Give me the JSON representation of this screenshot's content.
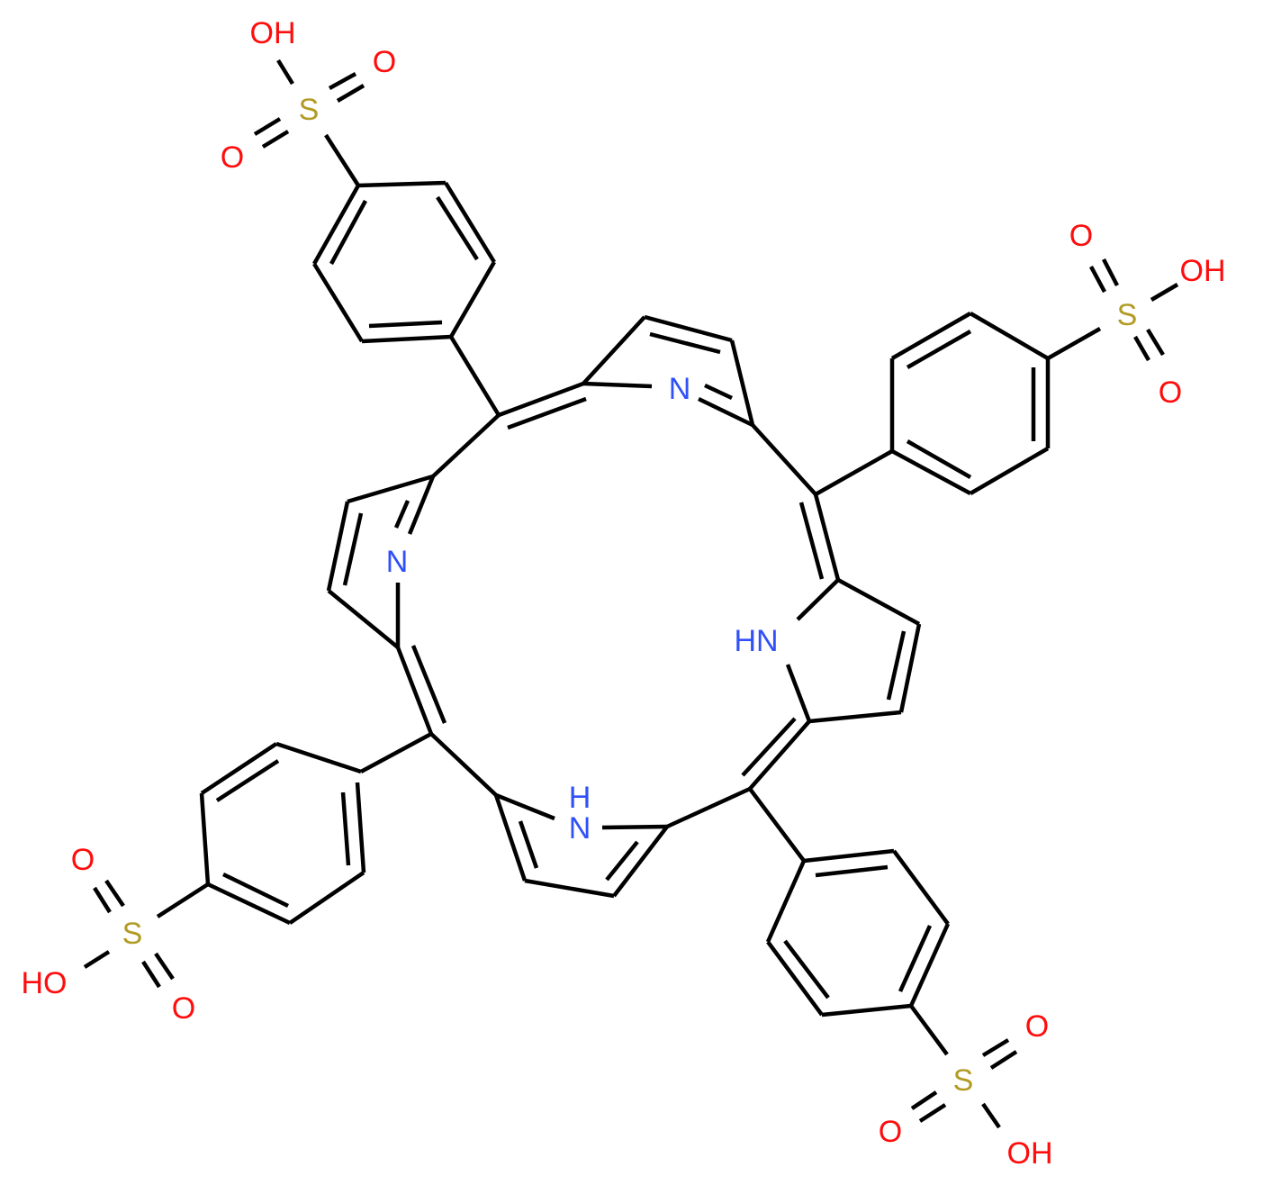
{
  "diagram": {
    "type": "chemical-structure",
    "description": "meso-Tetra(4-sulfonatophenyl)porphyrin (free acid form)",
    "colors": {
      "bond": "#000000",
      "nitrogen": "#3050F8",
      "oxygen": "#FF0D0D",
      "sulfur": "#B29B24",
      "background": "#FFFFFF"
    },
    "labels": {
      "n_top": "N",
      "n_left": "N",
      "nh_right": "HN",
      "nh_bottom_h": "H",
      "nh_bottom_n": "N",
      "sulfonic_top_left": {
        "oh": "OH",
        "s": "S",
        "o1": "O",
        "o2": "O"
      },
      "sulfonic_top_right": {
        "oh": "OH",
        "s": "S",
        "o1": "O",
        "o2": "O"
      },
      "sulfonic_bottom_left": {
        "oh": "HO",
        "s": "S",
        "o1": "O",
        "o2": "O"
      },
      "sulfonic_bottom_right": {
        "oh": "OH",
        "s": "S",
        "o1": "O",
        "o2": "O"
      }
    }
  }
}
